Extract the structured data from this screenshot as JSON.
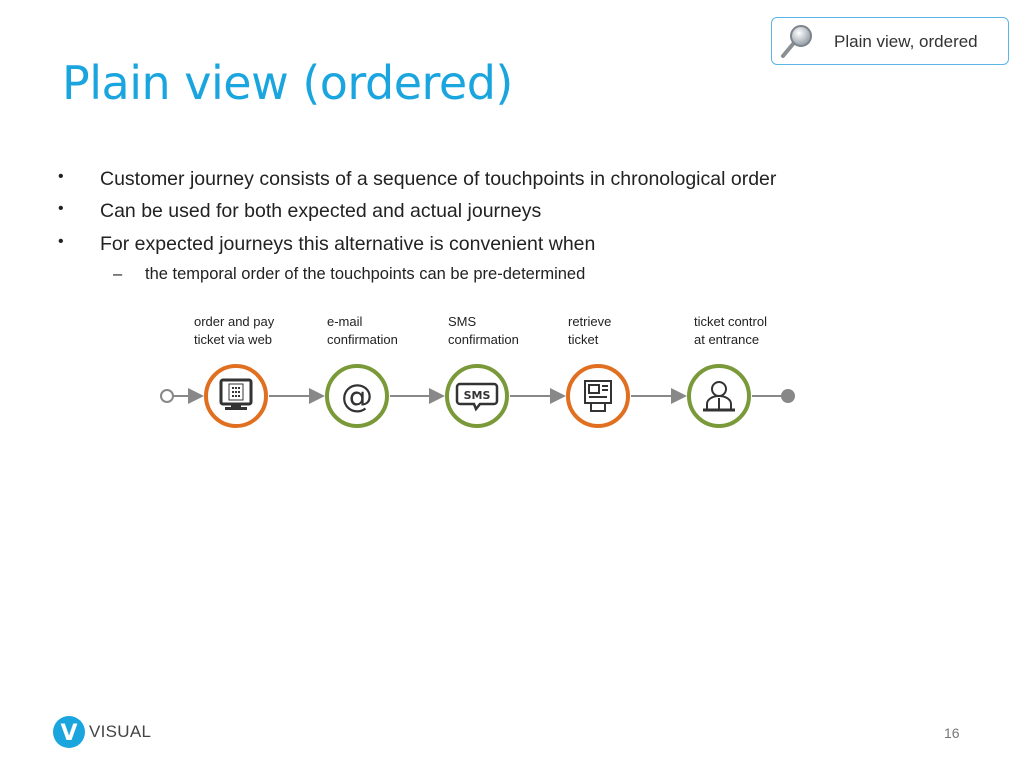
{
  "badge": {
    "label": "Plain view, ordered",
    "icon": "magnifier-icon"
  },
  "title": "Plain view (ordered)",
  "bullets": [
    "Customer journey consists of a sequence of touchpoints in chronological order",
    "Can be used for both expected and actual journeys",
    "For expected journeys this alternative is convenient when"
  ],
  "bullet_marker": "•",
  "sub_bullets": [
    "the temporal order of the touchpoints can be pre-determined"
  ],
  "sub_bullet_marker": "–",
  "journey": {
    "touchpoints": [
      {
        "label": "order and pay\nticket via web",
        "icon": "web-terminal-icon",
        "color": "#e07020"
      },
      {
        "label": "e-mail\nconfirmation",
        "icon": "at-sign-icon",
        "color": "#7a9a3a"
      },
      {
        "label": "SMS\nconfirmation",
        "icon": "sms-bubble-icon",
        "color": "#7a9a3a"
      },
      {
        "label": "retrieve\nticket",
        "icon": "ticket-machine-icon",
        "color": "#e07020"
      },
      {
        "label": "ticket control\nat entrance",
        "icon": "staff-person-icon",
        "color": "#7a9a3a"
      }
    ],
    "at_symbol": "@",
    "sms_text": "SMS",
    "line_color": "#888888"
  },
  "footer": {
    "brand": "VISUAL",
    "logo_letter": "V",
    "logo_color": "#1aa5df"
  },
  "page_number": "16"
}
